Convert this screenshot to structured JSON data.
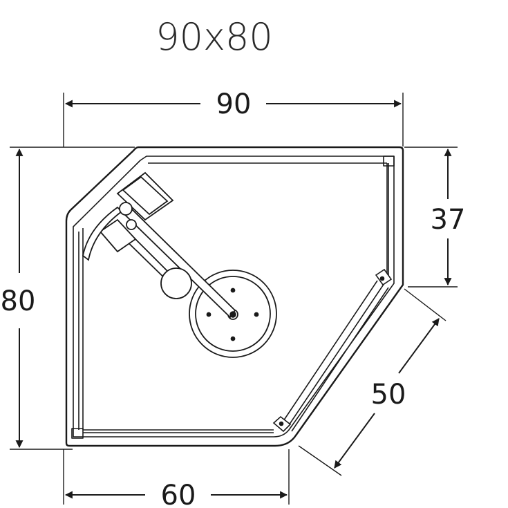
{
  "title": "90x80",
  "dimensions": {
    "top_width": "90",
    "left_height": "80",
    "right_height": "37",
    "diagonal": "50",
    "bottom_width": "60"
  },
  "colors": {
    "line": "#1a1a1a",
    "fill": "#ffffff"
  },
  "icons": [
    "shower-head-icon",
    "shower-mixer-icon",
    "drain-icon",
    "door-hinge-icon"
  ]
}
